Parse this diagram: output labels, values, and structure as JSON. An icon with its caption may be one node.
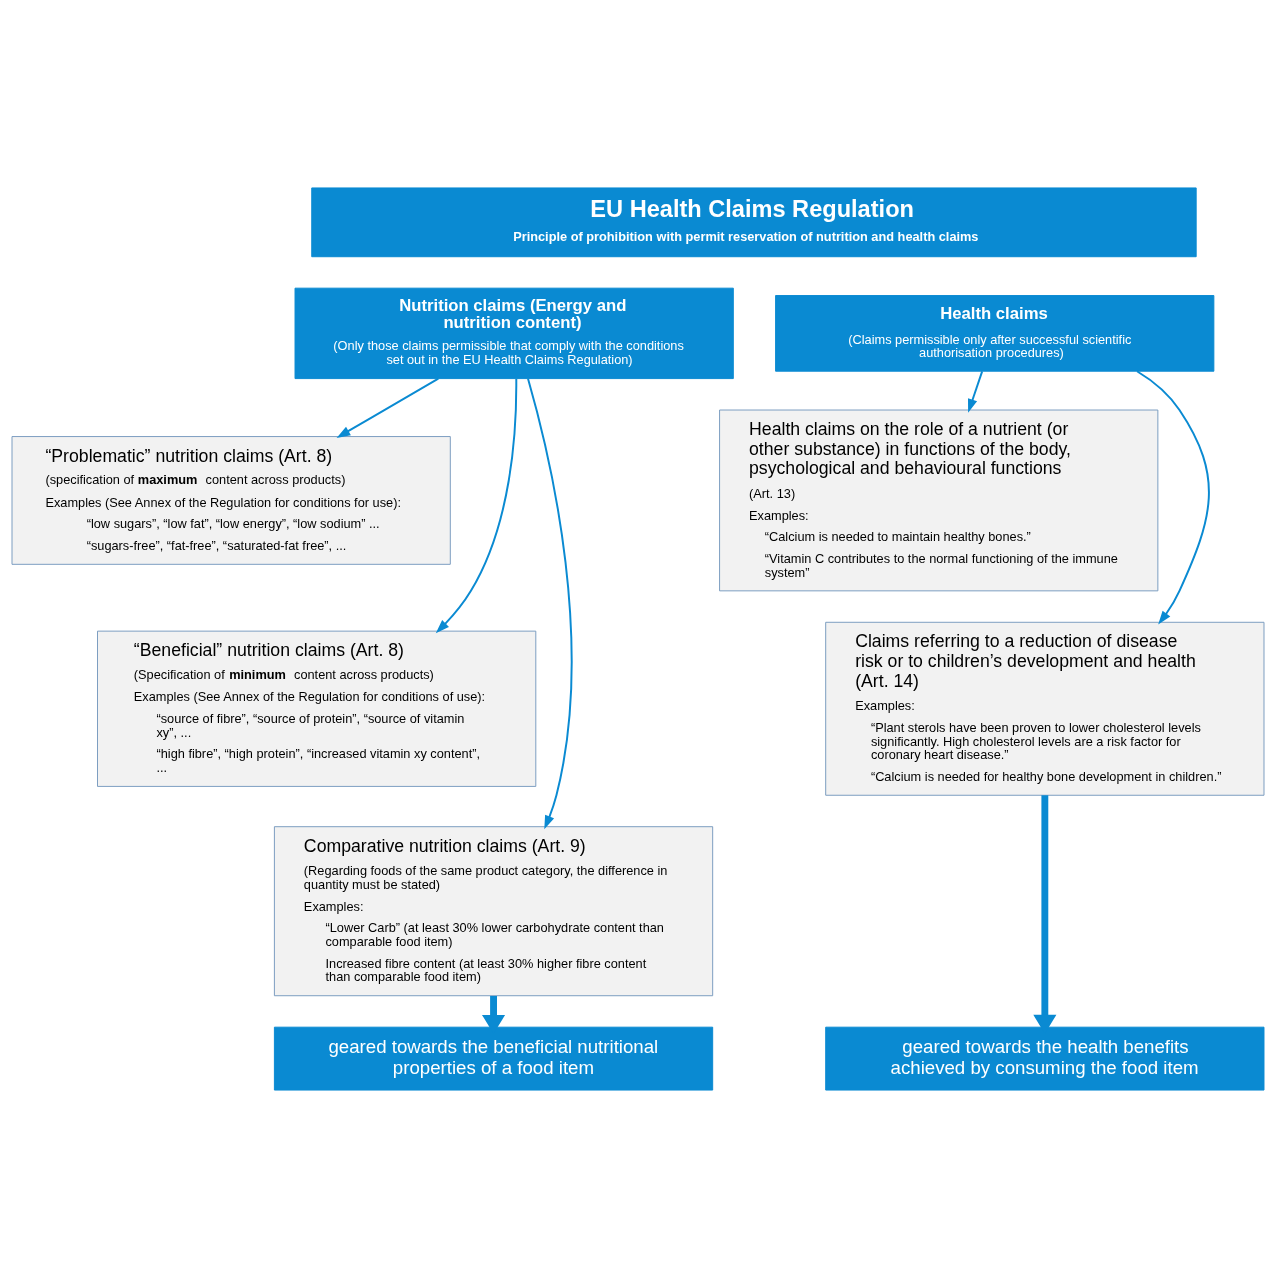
{
  "diagram": {
    "nodes": [
      {
        "text": [
          "EU Health Claims Regulation",
          "Principle of prohibition with permit reservation of nutrition and health claims"
        ]
      },
      {
        "text": [
          "Nutrition claims (Energy and nutrition content)",
          "(Only those claims permissible that comply with the conditions set out in the EU Health Claims Regulation)"
        ]
      },
      {
        "text": [
          "“Problematic” nutrition claims (Art. 8)",
          "(specification of **maximum** content across products)",
          "Examples (See Annex of the Regulation for conditions for use):",
          "“low sugars”, “low fat”, “low energy”, “low sodium” ...",
          "“sugars-free”, “fat-free”, “saturated-fat free”, ..."
        ]
      },
      {
        "text": [
          "“Beneficial” nutrition claims (Art. 8)",
          "(Specification of **minimum** content across products)",
          "Examples (See Annex of the Regulation for conditions of use):",
          "“source of fibre”, “source of protein”, “source of vitamin xy”, ...",
          "“high fibre”, “high protein”, “increased vitamin xy content”, ..."
        ]
      },
      {
        "text": [
          "Comparative nutrition claims (Art. 9)",
          "(Regarding foods of the same product category, the difference in quantity must be stated)",
          "Examples:",
          "“Lower Carb” (at least 30% lower carbohydrate content than comparable food item)",
          "Increased fibre content (at least 30% higher fibre content than comparable food item)"
        ]
      },
      {
        "text": [
          "Health claims",
          "(Claims permissible only after successful scientific authorisation procedures)"
        ]
      },
      {
        "text": [
          "Health claims on the role of a nutrient (or other substance) in functions of the body, psychological and behavioural functions",
          "(Art. 13)",
          "Examples:",
          "“Calcium is needed to maintain healthy bones.”",
          "“Vitamin C contributes to the normal functioning of the immune system”"
        ]
      },
      {
        "text": [
          "Claims referring to a reduction of disease risk or to children’s development and health (Art. 14)",
          "Examples:",
          "“Plant sterols have been proven to lower cholesterol levels significantly. High cholesterol levels are a risk factor for coronary heart disease.”",
          "“Calcium is needed for healthy bone development in children.”"
        ]
      },
      {
        "text": [
          "geared towards the beneficial nutritional properties of a food item"
        ]
      },
      {
        "text": [
          "geared towards the health benefits achieved by consuming the food item"
        ]
      }
    ],
    "edges": [
      {
        "from": 1,
        "to": 2,
        "arrow": "to"
      },
      {
        "from": 1,
        "to": 3,
        "arrow": "to"
      },
      {
        "from": 1,
        "to": 4,
        "arrow": "to"
      },
      {
        "from": 5,
        "to": 6,
        "arrow": "to"
      },
      {
        "from": 5,
        "to": 7,
        "arrow": "to"
      },
      {
        "from": 4,
        "to": 8,
        "arrow": "to",
        "style": "thick"
      },
      {
        "from": 7,
        "to": 9,
        "arrow": "to",
        "style": "thick"
      }
    ]
  }
}
